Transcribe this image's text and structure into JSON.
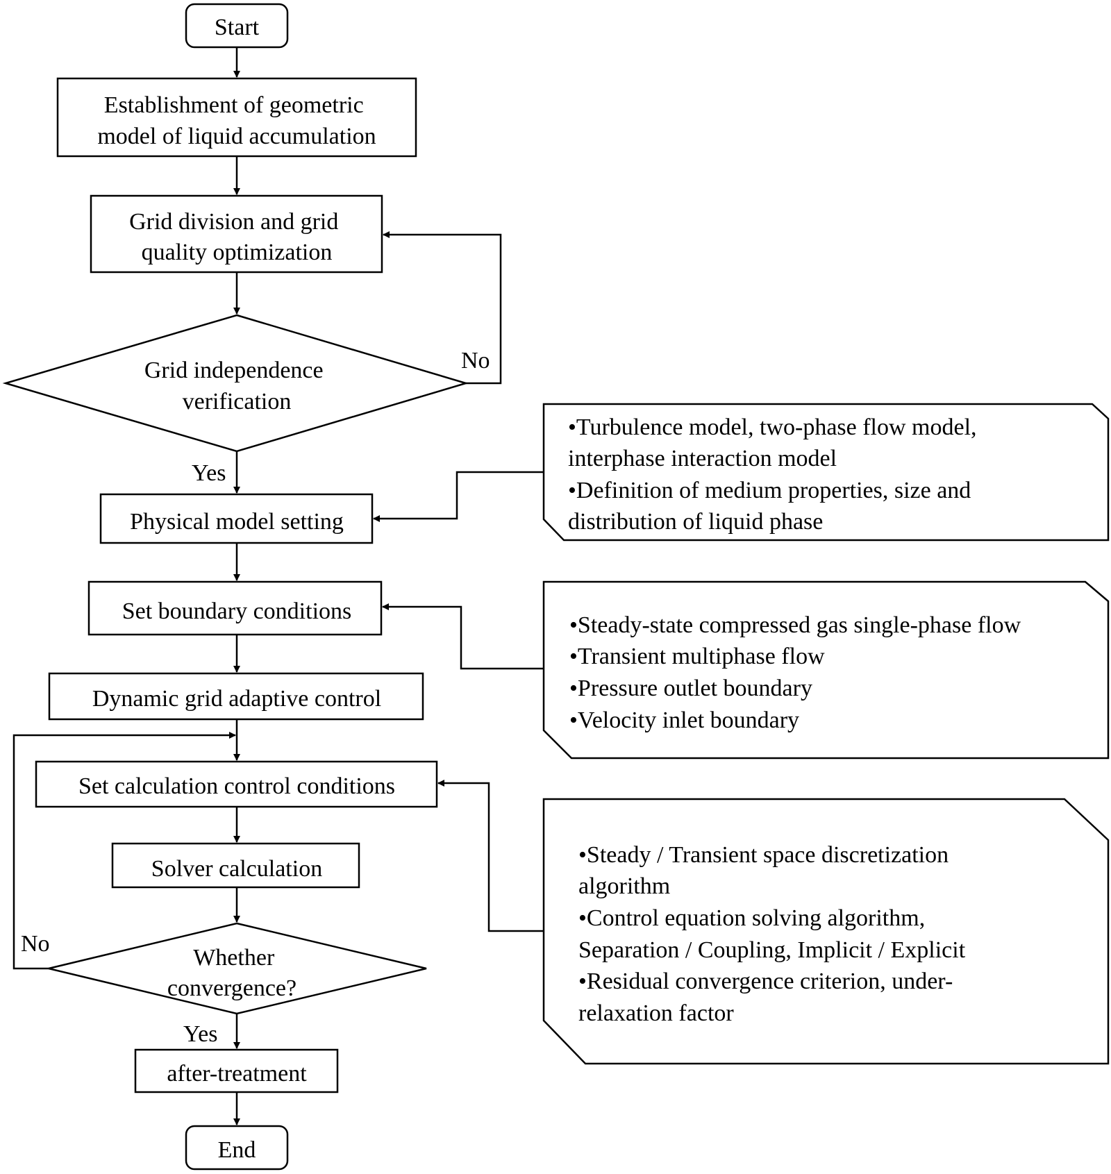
{
  "colors": {
    "stroke": "#000000",
    "background": "#ffffff",
    "text": "#000000"
  },
  "nodes": {
    "start": {
      "lines": [
        "Start"
      ]
    },
    "geometric_model": {
      "lines": [
        "Establishment of geometric",
        "model of liquid accumulation"
      ]
    },
    "grid_division": {
      "lines": [
        "Grid division and grid",
        "quality optimization"
      ]
    },
    "grid_independence": {
      "lines": [
        "Grid independence",
        "verification"
      ]
    },
    "physical_model": {
      "lines": [
        "Physical model setting"
      ]
    },
    "boundary_conditions": {
      "lines": [
        "Set boundary conditions"
      ]
    },
    "dynamic_grid": {
      "lines": [
        "Dynamic grid adaptive control"
      ]
    },
    "calc_control": {
      "lines": [
        "Set calculation control conditions"
      ]
    },
    "solver": {
      "lines": [
        "Solver calculation"
      ]
    },
    "convergence": {
      "lines": [
        "Whether",
        "convergence?"
      ]
    },
    "after_treatment": {
      "lines": [
        "after-treatment"
      ]
    },
    "end": {
      "lines": [
        "End"
      ]
    }
  },
  "notes": {
    "physical_model_note": {
      "lines": [
        "•Turbulence model, two-phase flow model,",
        "interphase interaction model",
        "•Definition of medium properties, size and",
        "distribution of liquid phase"
      ]
    },
    "boundary_note": {
      "lines": [
        "•Steady-state compressed gas single-phase flow",
        "•Transient multiphase flow",
        "•Pressure outlet boundary",
        "•Velocity inlet boundary"
      ]
    },
    "calc_control_note": {
      "lines": [
        "•Steady / Transient space discretization",
        "algorithm",
        "•Control equation solving algorithm,",
        "Separation / Coupling, Implicit / Explicit",
        "•Residual convergence criterion, under-",
        "relaxation factor"
      ]
    }
  },
  "edge_labels": {
    "grid_no": "No",
    "grid_yes": "Yes",
    "conv_no": "No",
    "conv_yes": "Yes"
  }
}
